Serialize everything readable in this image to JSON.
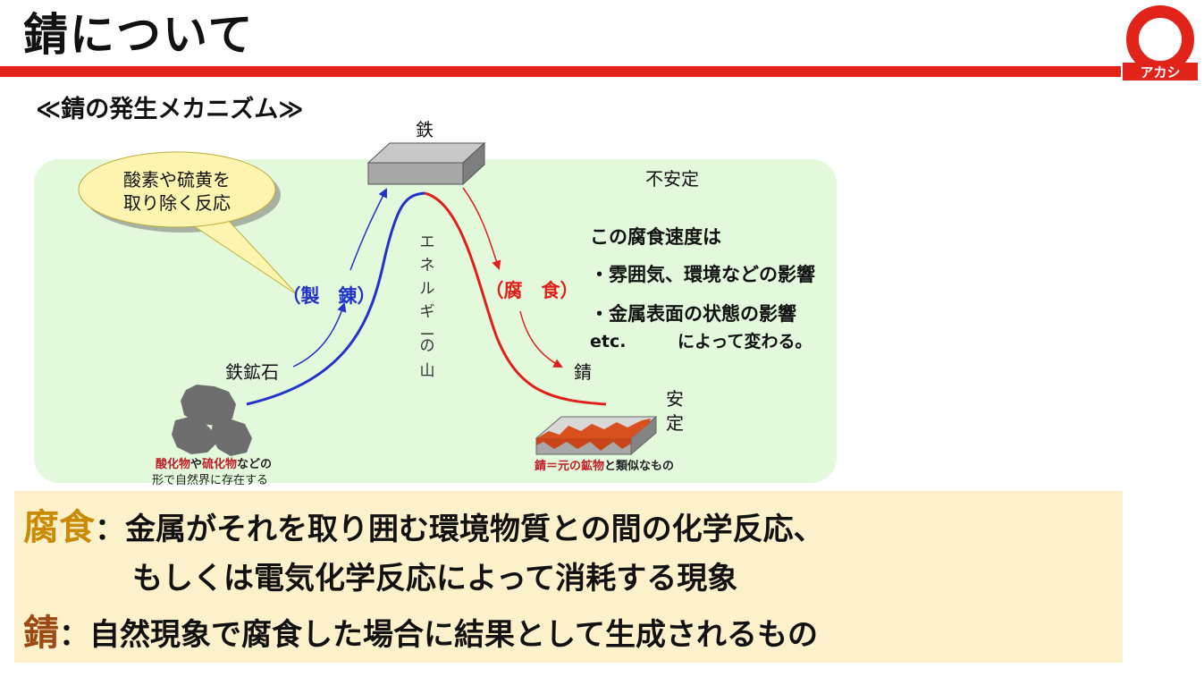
{
  "title": "錆について",
  "subtitle": "≪錆の発生メカニズム≫",
  "logo": {
    "text": "アカシ",
    "color": "#e2231a"
  },
  "diagram": {
    "top_label": "鉄",
    "unstable_label": "不安定",
    "balloon_text": [
      "酸素や硫黄を",
      "取り除く反応"
    ],
    "smelting_label": "（製　錬）",
    "corrosion_label": "（腐　食）",
    "mountain_label": [
      "エ",
      "ネ",
      "ル",
      "ギ",
      "ー",
      "の",
      "山"
    ],
    "ore_label": "鉄鉱石",
    "rust_label": "錆",
    "stable_label": [
      "安",
      "定"
    ],
    "speed_title": "この腐食速度は",
    "speed_items": [
      "・雰囲気、環境などの影響",
      "・金属表面の状態の影響"
    ],
    "speed_note_prefix": "etc.",
    "speed_note_suffix": "によって変わる。",
    "ore_caption_red1": "酸化物",
    "ore_caption_mid": "や",
    "ore_caption_red2": "硫化物",
    "ore_caption_end": "などの",
    "ore_caption_line2": "形で自然界に存在する",
    "rust_caption_red": "錆＝元の鉱物",
    "rust_caption_end": "と類似なもの",
    "colors": {
      "panel": "#e2f9db",
      "blue": "#2233cc",
      "red": "#e0201b",
      "balloon": "#fdf4b0"
    }
  },
  "definitions": {
    "corrosion_term": "腐食",
    "corrosion_text1": "：金属がそれを取り囲む環境物質との間の化学反応、",
    "corrosion_text2": "もしくは電気化学反応によって消耗する現象",
    "rust_term": "錆",
    "rust_text": "：自然現象で腐食した場合に結果として生成されるもの"
  }
}
